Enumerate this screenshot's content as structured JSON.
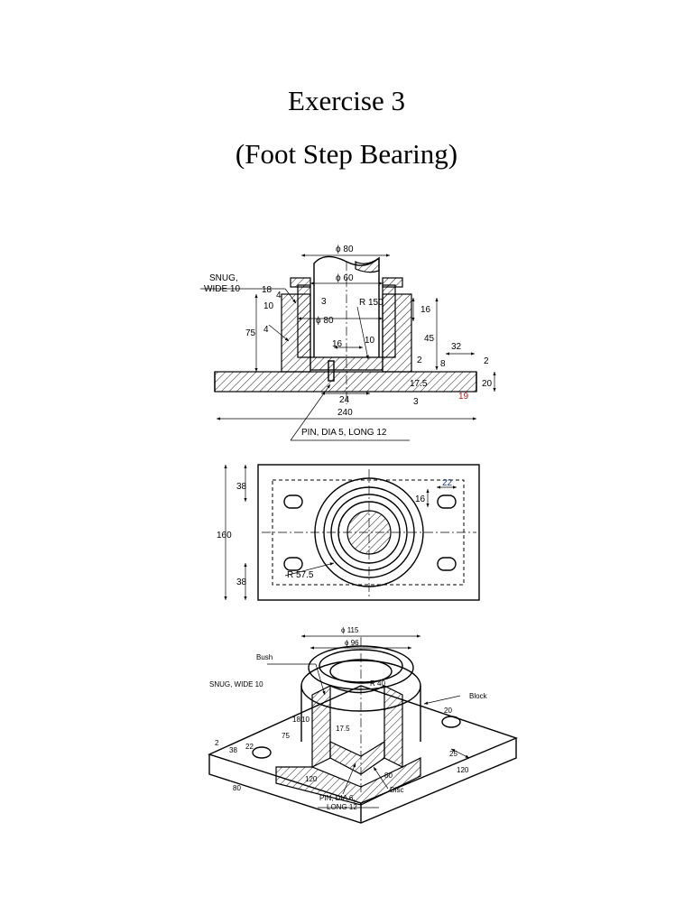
{
  "title": "Exercise 3",
  "subtitle": "(Foot Step Bearing)",
  "front_view": {
    "dims": {
      "d80_top": "ϕ 80",
      "d60": "ϕ 60",
      "snug": "SNUG,",
      "wide10": "WIDE 10",
      "d18": "18",
      "d10": "10",
      "d4a": "4",
      "d3": "3",
      "r150": "R 150",
      "d16r": "16",
      "d80_mid": "ϕ 80",
      "d75": "75",
      "d4b": "4",
      "d16": "16",
      "d10b": "10",
      "d45": "45",
      "d32": "32",
      "d2a": "2",
      "d2b": "2",
      "d8": "8",
      "d175": "17.5",
      "d20": "20",
      "d19": "19",
      "d24": "24",
      "d3b": "3",
      "d240": "240",
      "pin": "PIN, DIA 5, LONG 12"
    }
  },
  "top_view": {
    "dims": {
      "d38a": "38",
      "d160": "160",
      "d38b": "38",
      "d22": "22",
      "d16": "16",
      "r575": "R 57.5"
    }
  },
  "iso_view": {
    "dims": {
      "d115": "ϕ 115",
      "d96": "ϕ 96",
      "bush": "Bush",
      "snug": "SNUG, WIDE 10",
      "block": "Block",
      "r40": "R 40",
      "d20": "20",
      "d2": "2",
      "d38": "38",
      "d22": "22",
      "d75": "75",
      "d18": "18",
      "d10": "10",
      "d175": "17.5",
      "d25": "25",
      "d120a": "120",
      "d80a": "80",
      "d80b": "80",
      "d120b": "120",
      "pin1": "PIN, DIA 6,",
      "pin2": "LONG 12",
      "disc": "Disc"
    }
  }
}
